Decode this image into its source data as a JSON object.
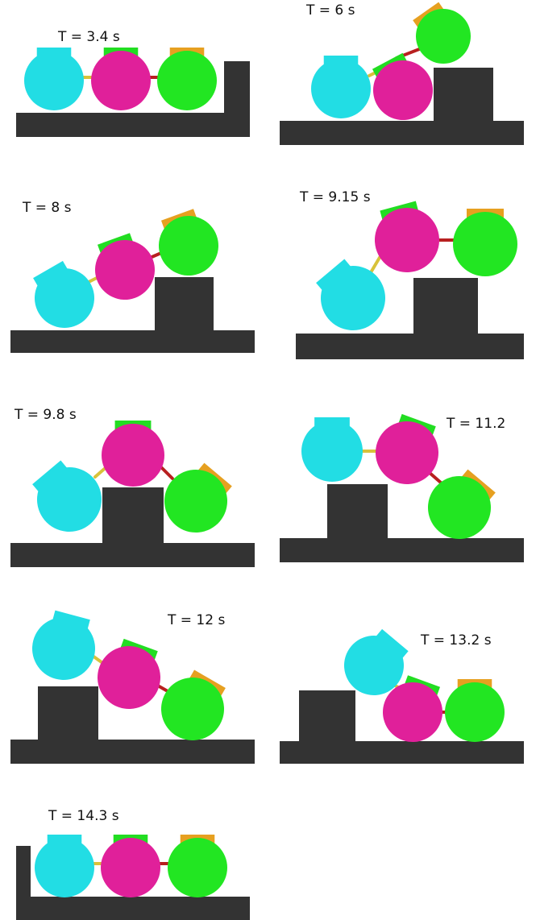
{
  "colors": {
    "ground": "#333333",
    "cyan_module": "#22dde4",
    "magenta_module": "#e0209a",
    "green_module": "#22e622",
    "green_tab": "#22dd22",
    "orange_tab": "#e6a020",
    "link_yellow": "#d8c23a",
    "link_red": "#b82020",
    "background": "#ffffff"
  },
  "robot": {
    "modules": [
      "cyan",
      "magenta",
      "green"
    ],
    "links": [
      "cyan-magenta",
      "magenta-green"
    ]
  },
  "frames": [
    {
      "id": "t-3-4",
      "label": "T = 3.4 s"
    },
    {
      "id": "t-6",
      "label": "T = 6 s"
    },
    {
      "id": "t-8",
      "label": "T = 8 s"
    },
    {
      "id": "t-9-15",
      "label": "T = 9.15 s"
    },
    {
      "id": "t-9-8",
      "label": "T = 9.8 s"
    },
    {
      "id": "t-11-2",
      "label": "T = 11.2"
    },
    {
      "id": "t-12",
      "label": "T = 12 s"
    },
    {
      "id": "t-13-2",
      "label": "T = 13.2 s"
    },
    {
      "id": "t-14-3",
      "label": "T = 14.3 s"
    }
  ]
}
